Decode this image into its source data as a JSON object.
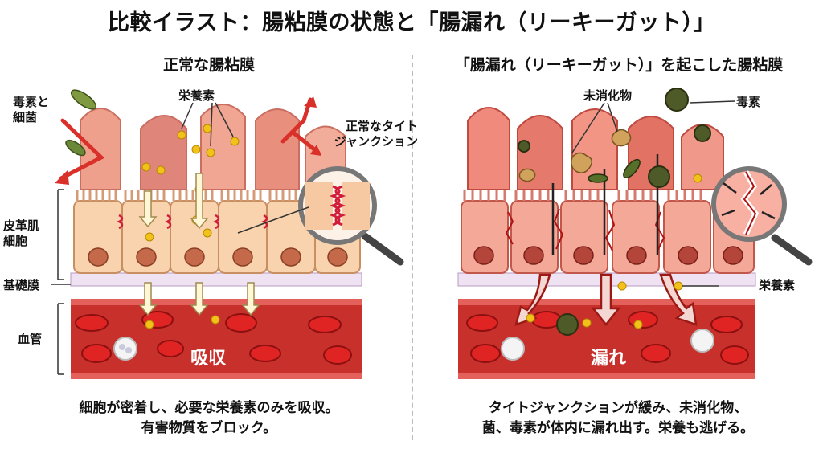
{
  "title": "比較イラスト：腸粘膜の状態と「腸漏れ（リーキーガット）」",
  "left": {
    "subtitle": "正常な腸粘膜",
    "labels": {
      "toxins_bacteria": "毒素と\n細菌",
      "nutrients": "栄養素",
      "tight_junction": "正常なタイト\nジャンクション",
      "epithelium": "皮革肌\n細胞",
      "basement": "基礎膜",
      "vessel": "血管",
      "absorb": "吸収"
    },
    "caption": "細胞が密着し、必要な栄養素のみを吸収。\n有害物質をブロック。"
  },
  "right": {
    "subtitle": "「腸漏れ（リーキーガット）」を起こした腸粘膜",
    "labels": {
      "undigested": "未消化物",
      "toxins": "毒素",
      "nutrients": "栄養素",
      "leak": "漏れ"
    },
    "caption": "タイトジャンクションが緩み、未消化物、\n菌、毒素が体内に漏れ出す。栄養も逃げる。"
  },
  "colors": {
    "cell": "#f6c9a3",
    "villus": "#e98f7e",
    "vessel": "#c8302c",
    "rbc": "#d42020",
    "inflamed": "#f28a7c"
  }
}
